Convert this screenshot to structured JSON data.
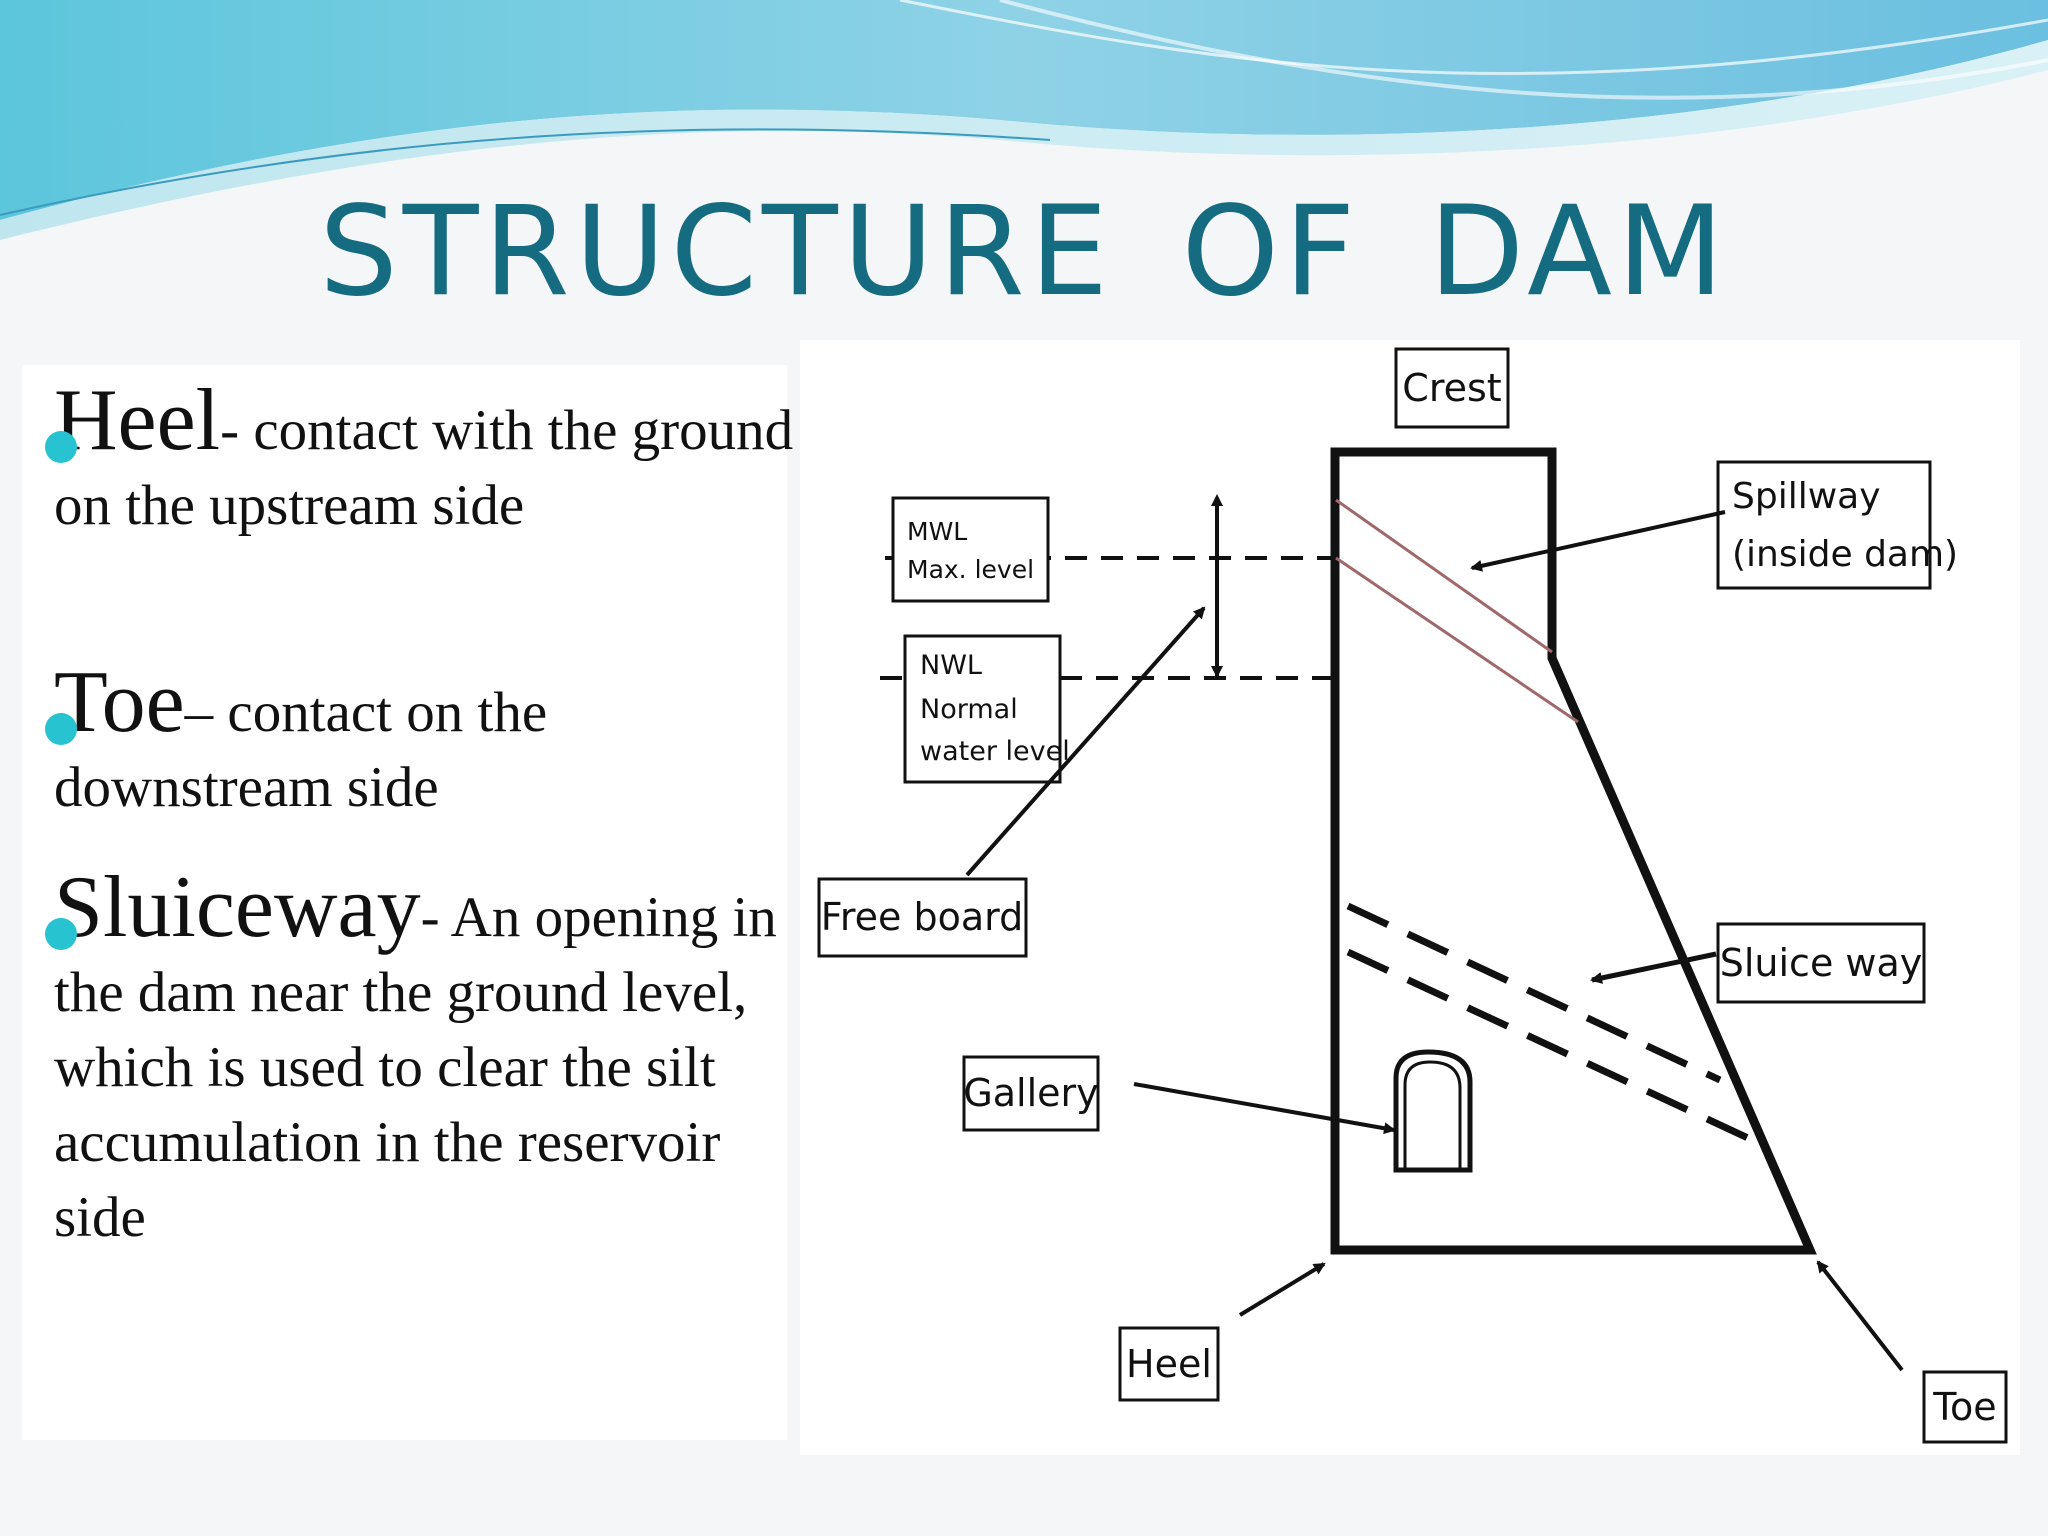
{
  "slide": {
    "title": "STRUCTURE  OF  DAM"
  },
  "bullets": [
    {
      "term": "Heel",
      "sep": "- ",
      "desc": "contact with the ground on the upstream side"
    },
    {
      "term": "Toe",
      "sep": "– ",
      "desc": "contact on the downstream side"
    },
    {
      "term": "Sluiceway",
      "sep": "- ",
      "desc": "An opening in the dam near the ground level, which is used to clear the silt accumulation in the reservoir  side"
    }
  ],
  "diagram": {
    "crest": "Crest",
    "spillway_line1": "Spillway",
    "spillway_line2": "(inside dam)",
    "mwl_line1": "MWL",
    "mwl_line2": "Max. level",
    "nwl_line1": "NWL",
    "nwl_line2": "Normal",
    "nwl_line3": "water level",
    "free_board": "Free board",
    "sluice_way": "Sluice way",
    "gallery": "Gallery",
    "heel": "Heel",
    "toe": "Toe"
  },
  "colors": {
    "title": "#156b80",
    "bullet_dot": "#27c3d0",
    "spillway_line": "#a06868"
  }
}
